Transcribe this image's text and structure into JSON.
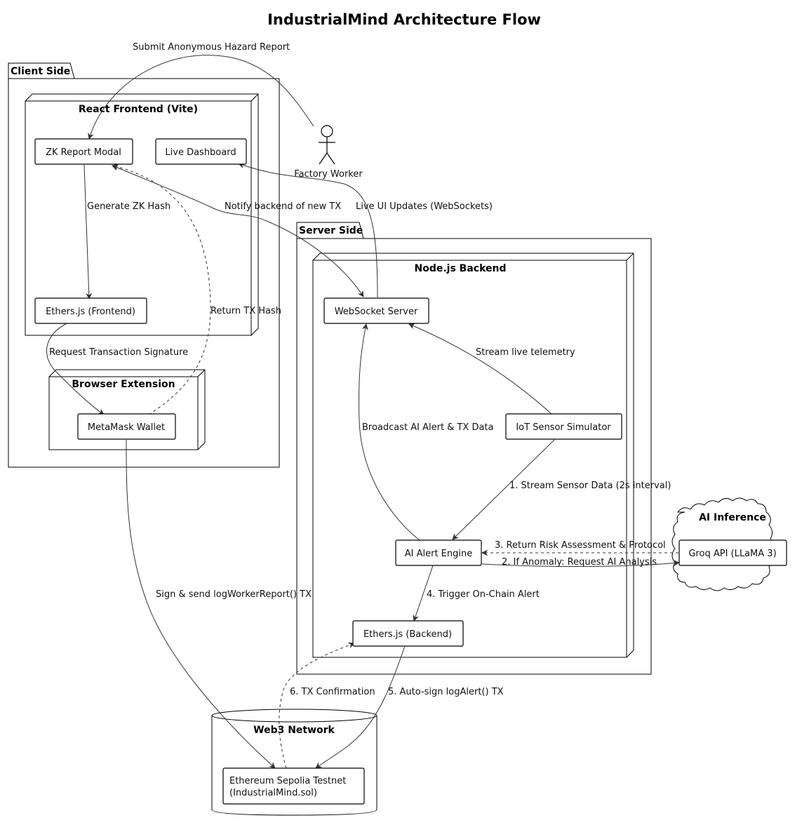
{
  "title": "IndustrialMind Architecture Flow",
  "actor": {
    "label": "Factory Worker"
  },
  "groups": {
    "client": "Client Side",
    "react": "React Frontend (Vite)",
    "browser_ext": "Browser Extension",
    "server": "Server Side",
    "node": "Node.js Backend",
    "ai": "AI Inference",
    "web3": "Web3 Network"
  },
  "nodes": {
    "zk_modal": "ZK Report Modal",
    "live_dashboard": "Live Dashboard",
    "ethers_frontend": "Ethers.js (Frontend)",
    "metamask": "MetaMask Wallet",
    "websocket": "WebSocket Server",
    "iot": "IoT Sensor Simulator",
    "ai_engine": "AI Alert Engine",
    "ethers_backend": "Ethers.js (Backend)",
    "groq": "Groq API (LLaMA 3)",
    "sepolia_line1": "Ethereum Sepolia Testnet",
    "sepolia_line2": "(IndustrialMind.sol)"
  },
  "edges": {
    "submit_report": "Submit Anonymous Hazard Report",
    "generate_zk": "Generate ZK Hash",
    "notify_backend": "Notify backend of new TX",
    "live_ui": "Live UI Updates (WebSockets)",
    "return_tx": "Return TX Hash",
    "request_sig": "Request Transaction Signature",
    "stream_telemetry": "Stream live telemetry",
    "broadcast": "Broadcast AI Alert & TX Data",
    "stream_sensor": "1. Stream Sensor Data (2s interval)",
    "return_risk": "3. Return Risk Assessment & Protocol",
    "request_ai": "2. If Anomaly: Request AI Analysis",
    "trigger_alert": "4. Trigger On-Chain Alert",
    "sign_send": "Sign & send logWorkerReport() TX",
    "tx_confirm": "6. TX Confirmation",
    "auto_sign": "5. Auto-sign logAlert() TX"
  }
}
